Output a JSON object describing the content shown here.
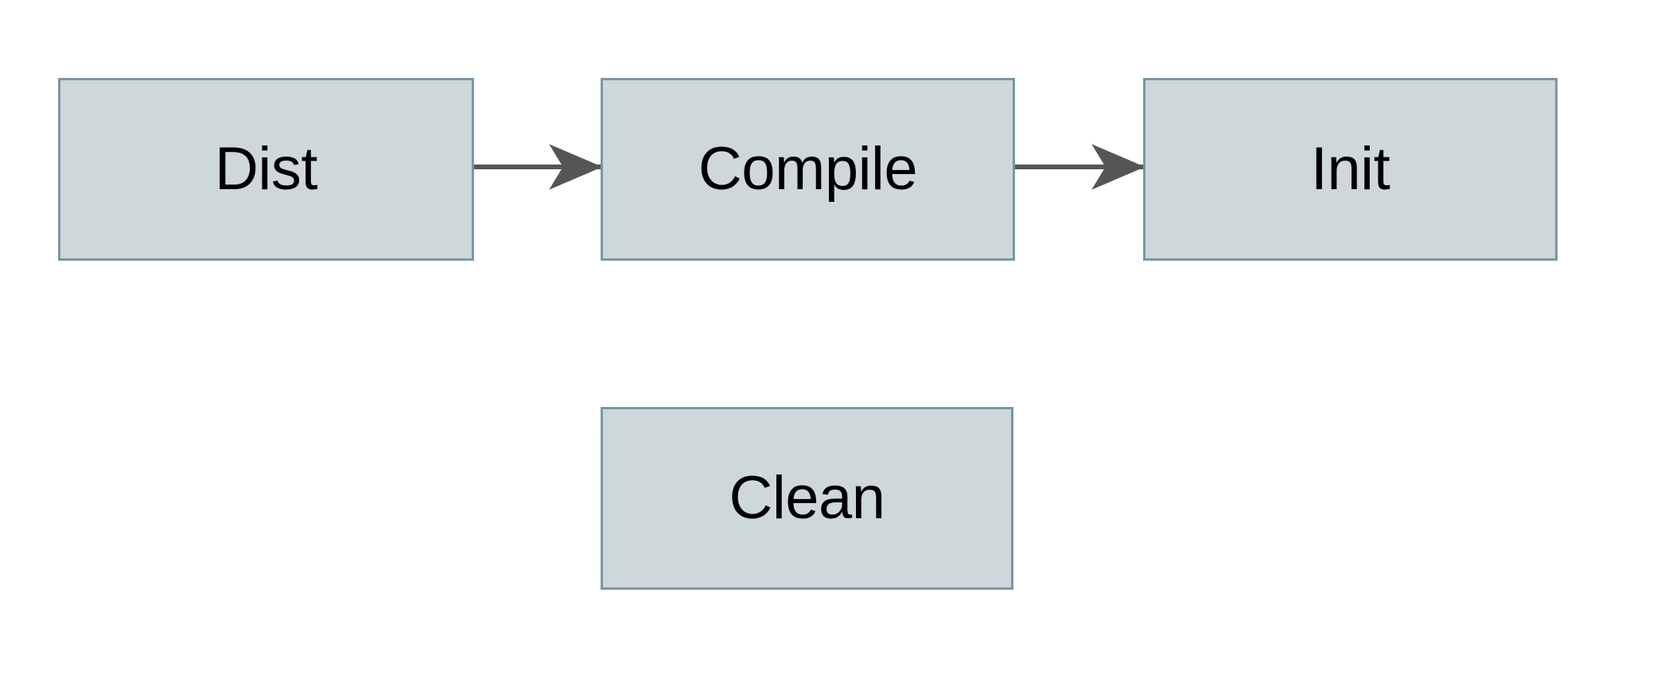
{
  "diagram": {
    "type": "flowchart",
    "background_color": "#ffffff",
    "node_fill_color": "#ced7da",
    "node_border_color": "#7a97a5",
    "edge_color": "#555555",
    "label_color": "#000000",
    "nodes": [
      {
        "id": "dist",
        "label": "Dist"
      },
      {
        "id": "compile",
        "label": "Compile"
      },
      {
        "id": "init",
        "label": "Init"
      },
      {
        "id": "clean",
        "label": "Clean"
      }
    ],
    "edges": [
      {
        "id": "edge-1",
        "from": "Dist",
        "to": "Compile",
        "arrowhead": "barbed-arrow-icon"
      },
      {
        "id": "edge-2",
        "from": "Compile",
        "to": "Init",
        "arrowhead": "barbed-arrow-icon"
      }
    ]
  }
}
